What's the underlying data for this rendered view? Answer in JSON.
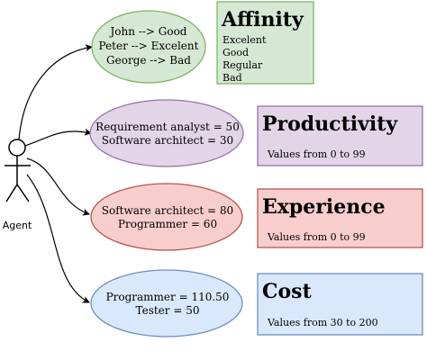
{
  "agent": {
    "label": "Agent"
  },
  "affinity": {
    "ellipse_lines": [
      "John --> Good",
      "Peter --> Excelent",
      "George --> Bad"
    ],
    "box_title": "Affinity",
    "box_items": [
      "Excelent",
      "Good",
      "Regular",
      "Bad"
    ],
    "fill": "#d5e8d4",
    "stroke": "#82b366"
  },
  "productivity": {
    "ellipse_lines": [
      "Requirement analyst = 50",
      "Software architect = 30"
    ],
    "box_title": "Productivity",
    "box_subtitle": "Values from 0 to 99",
    "fill": "#e1d5e7",
    "stroke": "#9673a6"
  },
  "experience": {
    "ellipse_lines": [
      "Software architect = 80",
      "Programmer = 60"
    ],
    "box_title": "Experience",
    "box_subtitle": "Values from 0 to 99",
    "fill": "#f8cecc",
    "stroke": "#b85450"
  },
  "cost": {
    "ellipse_lines": [
      "Programmer = 110.50",
      "Tester = 50"
    ],
    "box_title": "Cost",
    "box_subtitle": "Values from 30 to 200",
    "fill": "#dae8fc",
    "stroke": "#6c8ebf"
  }
}
